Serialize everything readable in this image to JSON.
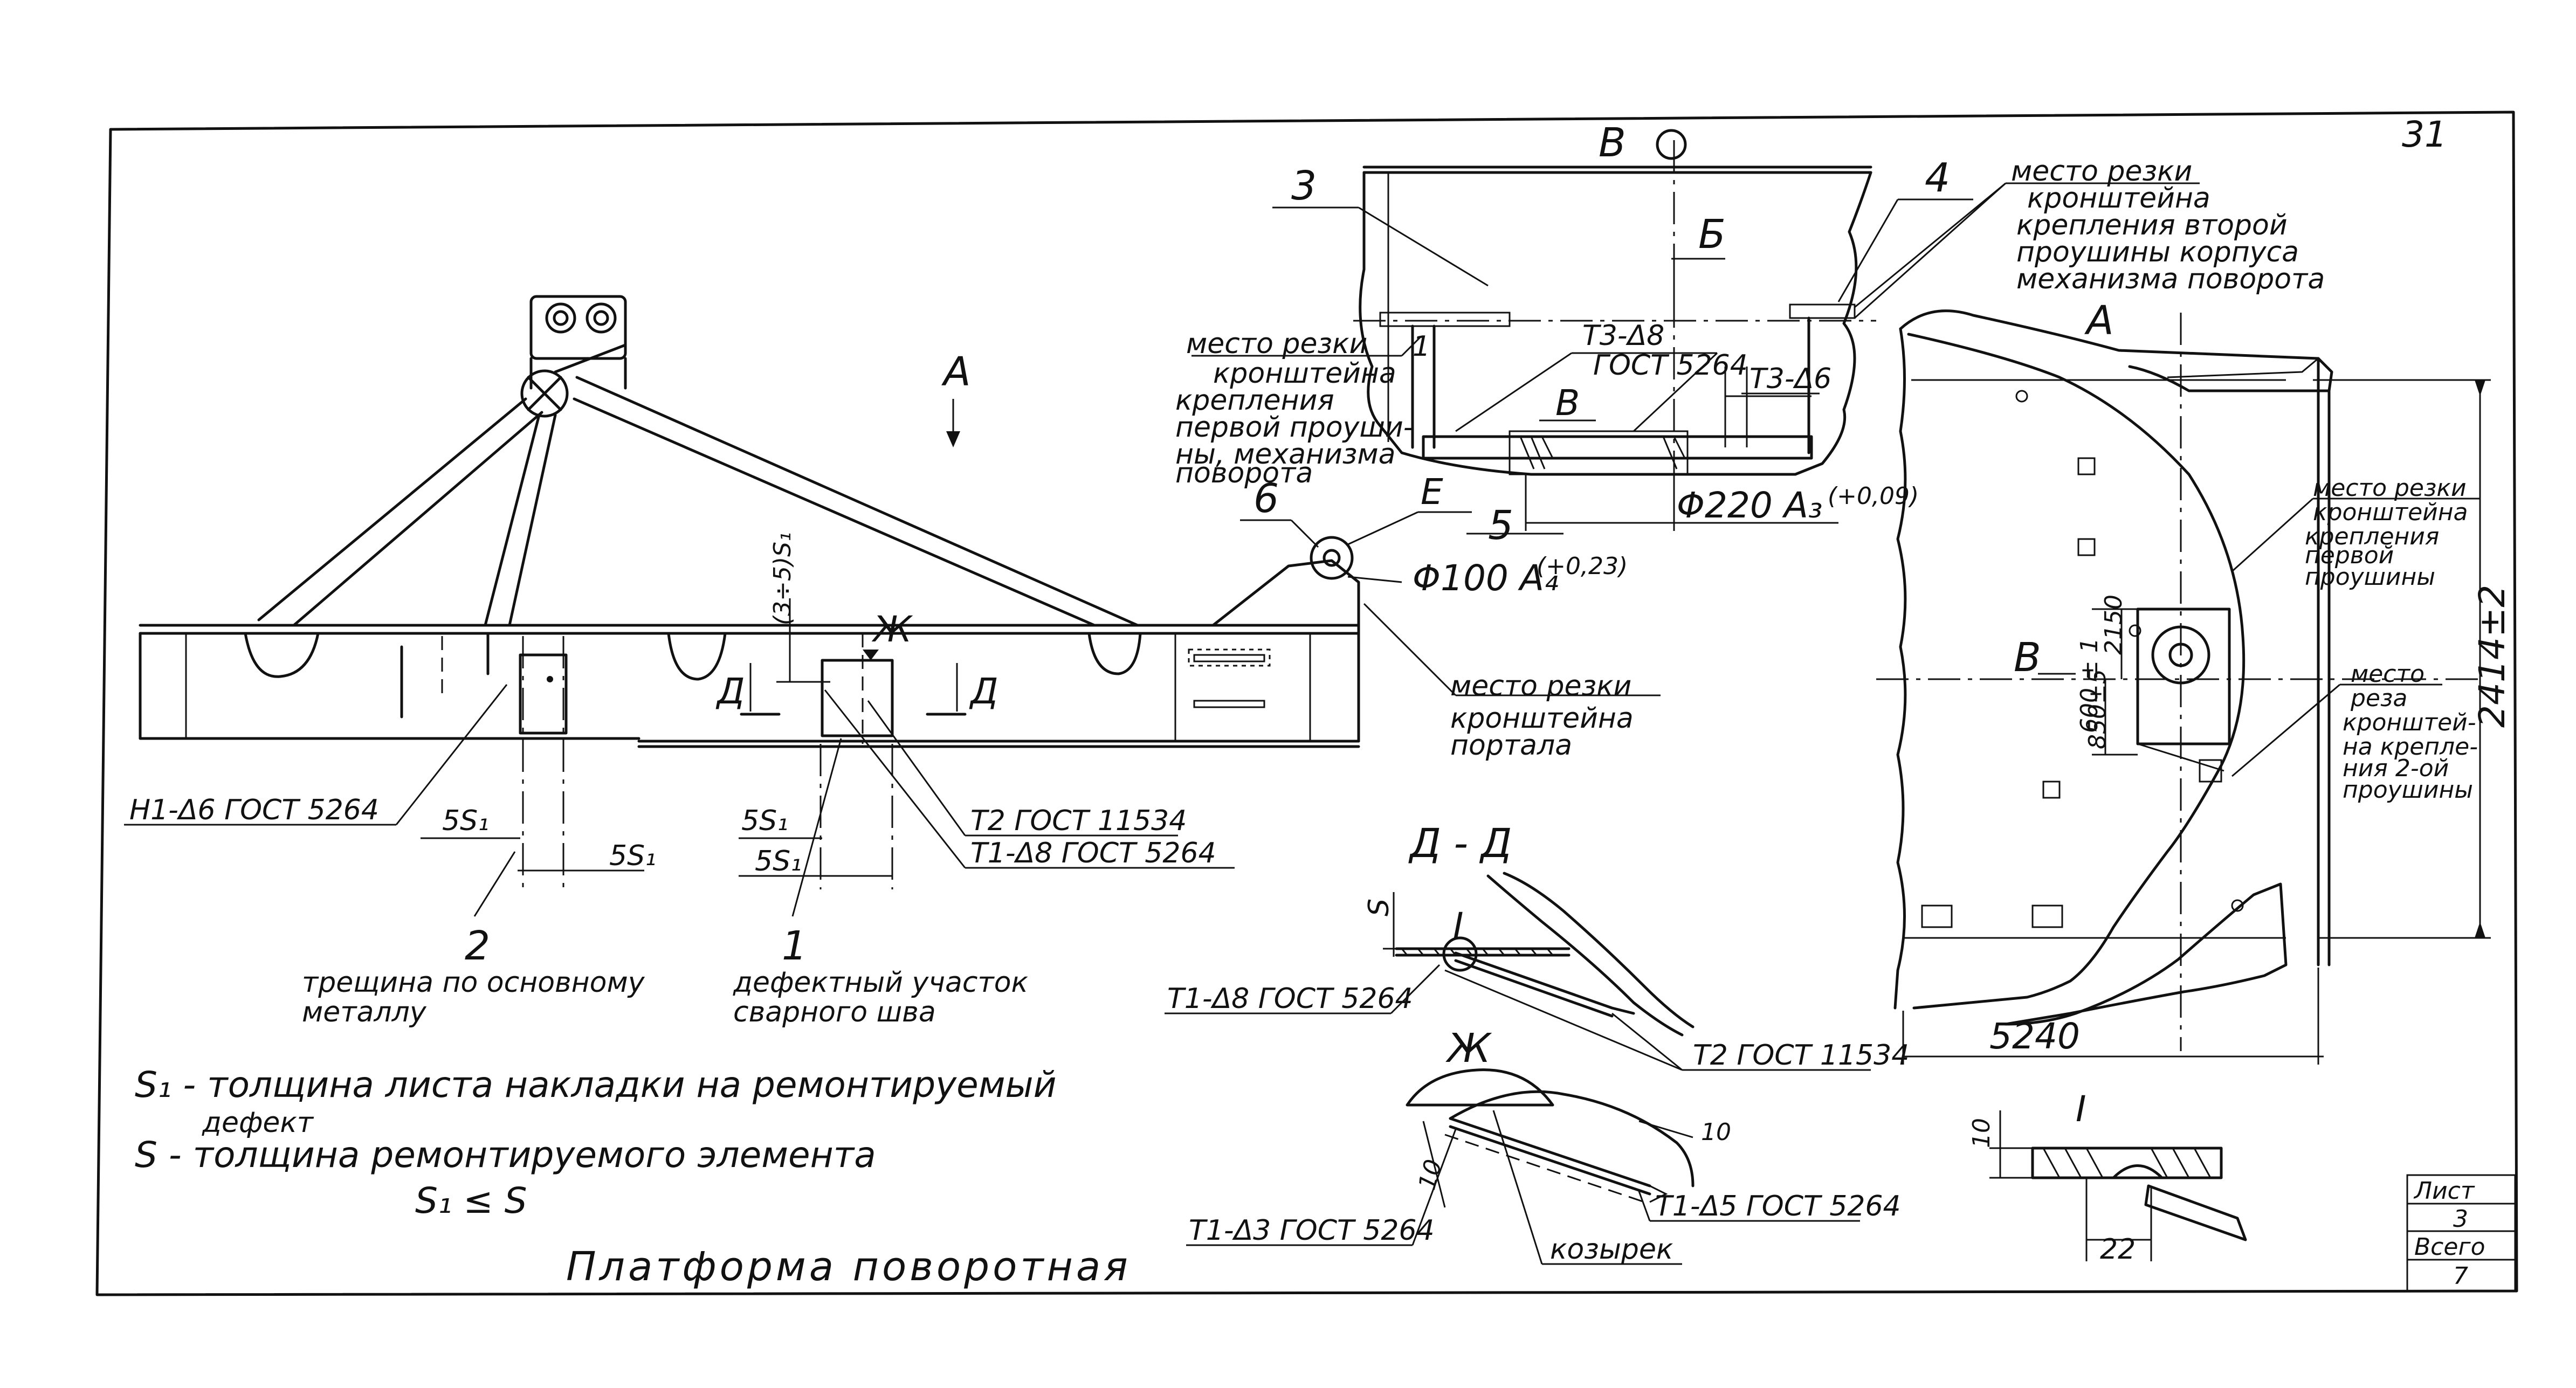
{
  "sheet_number_top": "31",
  "view_labels": {
    "A_main": "А",
    "A_view_right": "А",
    "V_top": "В",
    "V_right": "В",
    "V_bracket": "В",
    "B_view": "Б",
    "E_point": "Е",
    "Zh_mark": "Ж",
    "Zh_detail": "Ж",
    "D_left": "Д",
    "D_right": "Д",
    "section_DD": "Д - Д",
    "detail_I": "I",
    "detail_I_mark": "I",
    "detail_I_title": "I"
  },
  "callouts": {
    "n1": "1",
    "n2": "2",
    "n3": "3",
    "n4": "4",
    "n5": "5",
    "n6": "6",
    "n1_small": "1"
  },
  "weld_notes": {
    "h1": "Н1-Δ6 ГОСТ 5264",
    "t2_main": "Т2 ГОСТ 11534",
    "t1_main": "Т1-Δ8 ГОСТ 5264",
    "t3_8": "Т3-Δ8",
    "gost_5264": "ГОСТ 5264",
    "t3_6": "Т3-Δ6",
    "t1_dd": "Т1-Δ8 ГОСТ 5264",
    "t2_dd": "Т2 ГОСТ 11534",
    "t1_zh_left": "Т1-Δ3 ГОСТ 5264",
    "t1_zh_right": "Т1-Δ5 ГОСТ 5264",
    "kozyrek": "козырек"
  },
  "dimensions": {
    "s35": "(3÷5)S₁",
    "five_s1_a": "5S₁",
    "five_s1_b": "5S₁",
    "five_s1_c": "5S₁",
    "five_s1_d": "5S₁",
    "d220": "Φ220 A₃",
    "d220_tol": "(+0,09)",
    "d100": "Φ100 A₄",
    "d100_tol": "(+0,23)",
    "d5240": "5240",
    "d2414": "2414±2",
    "d600": "600 ± 1",
    "d850": "850±5",
    "d2150": "2150",
    "s_mark": "S",
    "ten_a": "10",
    "ten_b": "10",
    "ten_c": "10",
    "twenty_two": "22"
  },
  "cut_notes": {
    "first_bracket_left": [
      "место резки",
      "кронштейна",
      "крепления",
      "первой проуши-",
      "ны, механизма",
      "поворота"
    ],
    "second_bracket_top": [
      "место резки",
      "кронштейна",
      "крепления второй",
      "проушины корпуса",
      "механизма поворота"
    ],
    "portal": [
      "место резки",
      "кронштейна",
      "портала"
    ],
    "first_bracket_right": [
      "место резки",
      "кронштейна",
      "крепления",
      "первой",
      "проушины"
    ],
    "second_bracket_right": [
      "место",
      "реза",
      "кронштей-",
      "на крепле-",
      "ния 2-ой",
      "проушины"
    ]
  },
  "defects": {
    "crack": [
      "трещина по основному",
      "металлу"
    ],
    "weld_defect": [
      "дефектный участок",
      "сварного шва"
    ]
  },
  "notes": {
    "s1": "S₁ - толщина листа накладки на ремонтируемый",
    "s1_cont": "дефект",
    "s": "S - толщина ремонтируемого элемента",
    "ineq": "S₁ ≤ S"
  },
  "title": "Платформа поворотная",
  "title_block": {
    "sheet_label": "Лист",
    "sheet_value": "3",
    "total_label": "Всего",
    "total_value": "7"
  }
}
